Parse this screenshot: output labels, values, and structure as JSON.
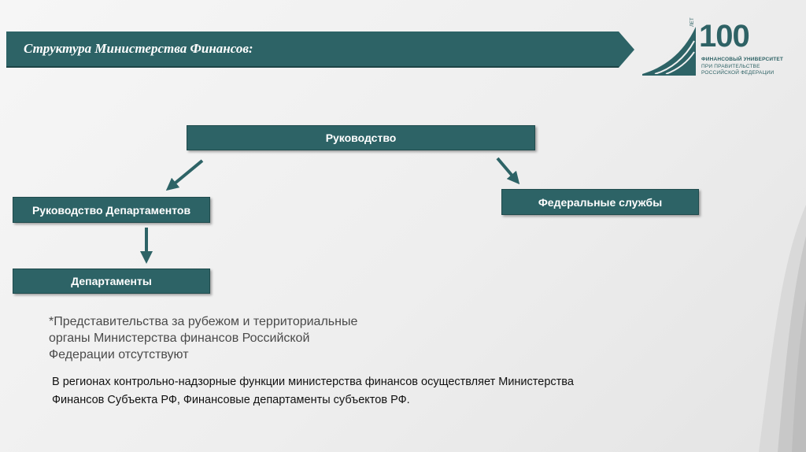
{
  "slide": {
    "title": "Структура Министерства Финансов:"
  },
  "logo": {
    "number": "100",
    "small": "ЛЕТ",
    "line1": "ФИНАНСОВЫЙ УНИВЕРСИТЕТ",
    "line2": "ПРИ ПРАВИТЕЛЬСТВЕ",
    "line3": "РОССИЙСКОЙ ФЕДЕРАЦИИ"
  },
  "org_chart": {
    "top": "Руководство",
    "department_heads": "Руководство Департаментов",
    "departments": "Департаменты",
    "federal_services": "Федеральные службы"
  },
  "note": {
    "line1": "*Представительства за рубежом и территориальные",
    "line2": "органы Министерства финансов Российской",
    "line3": "Федерации отсутствуют"
  },
  "regional": {
    "line1": "В регионах контрольно-надзорные функции министерства финансов осуществляет Министерства",
    "line2": "Финансов Субъекта РФ, Финансовые департаменты субъектов РФ."
  },
  "colors": {
    "box_fill": "#2d6366",
    "banner_fill": "#2d6366",
    "arrow": "#2d6366",
    "background": "#f1f1f1"
  }
}
